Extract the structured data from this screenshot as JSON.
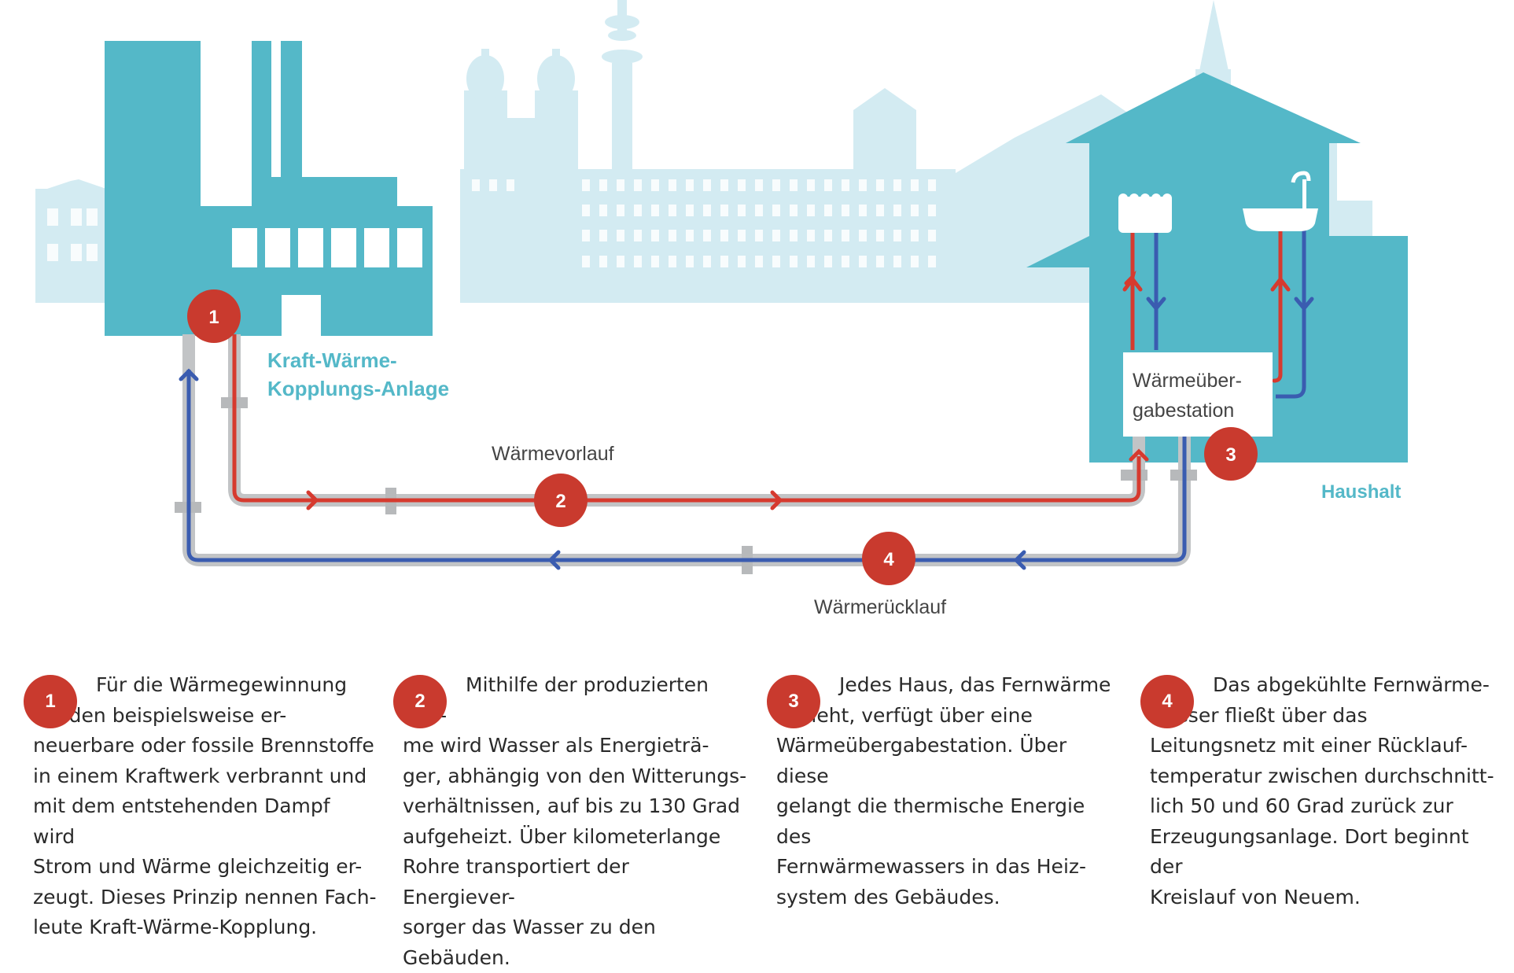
{
  "diagram": {
    "plant_label_line1": "Kraft-Wärme-",
    "plant_label_line2": "Kopplungs-Anlage",
    "household_label": "Haushalt",
    "station_label_line1": "Wärmeüber-",
    "station_label_line2": "gabestation",
    "supply_label": "Wärmevorlauf",
    "return_label": "Wärmerücklauf",
    "badges": [
      "1",
      "2",
      "3",
      "4"
    ]
  },
  "steps": [
    {
      "number": "1",
      "text": "Für die Wärmegewinnung\nwerden beispielsweise er-\nneuerbare oder fossile Brennstoffe\nin einem Kraftwerk verbrannt und\nmit dem entstehenden Dampf wird\nStrom und Wärme gleichzeitig er-\nzeugt. Dieses Prinzip nennen Fach-\nleute Kraft-Wärme-Kopplung."
    },
    {
      "number": "2",
      "text": "Mithilfe der produzierten Wär-\nme wird Wasser als Energieträ-\nger, abhängig von den Witterungs-\nverhältnissen, auf bis zu 130 Grad\naufgeheizt. Über kilometerlange\nRohre transportiert der Energiever-\nsorger das Wasser zu den Gebäuden."
    },
    {
      "number": "3",
      "text": "Jedes Haus, das Fernwärme\nbezieht, verfügt über eine\nWärmeübergabestation. Über diese\ngelangt die thermische Energie des\nFernwärmewassers in das Heiz-\nsystem des Gebäudes."
    },
    {
      "number": "4",
      "text": "Das abgekühlte Fernwärme-\nwasser fließt über das\nLeitungsnetz mit einer Rücklauf-\ntemperatur zwischen durchschnitt-\nlich 50 und 60 Grad zurück zur\nErzeugungsanlage. Dort beginnt der\nKreislauf von Neuem."
    }
  ],
  "colors": {
    "teal": "#54b8c8",
    "skyline": "#d3ebf2",
    "supply_red": "#d63a2f",
    "return_blue": "#3a5cb0",
    "pipe_gray": "#c2c4c6",
    "badge_red": "#c93a2e"
  },
  "icons": [
    "factory-icon",
    "radiator-icon",
    "bathtub-icon",
    "skyline-icon"
  ]
}
